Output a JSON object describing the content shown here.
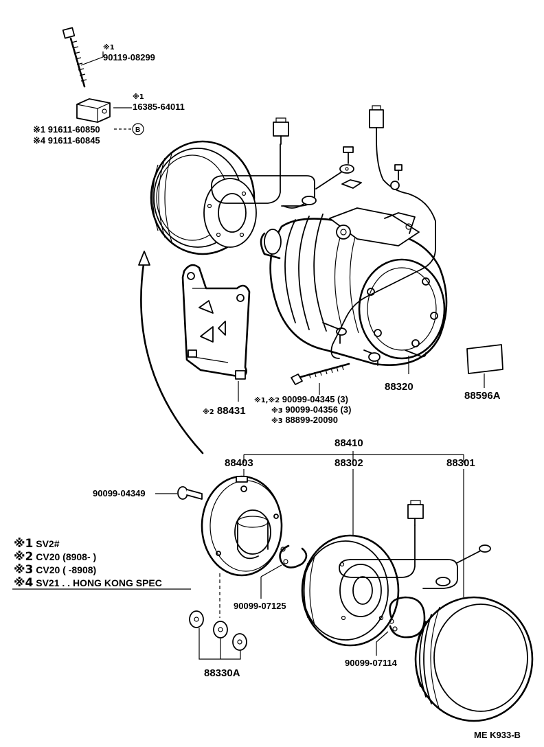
{
  "parts": {
    "bolt": {
      "mark": "※1",
      "number": "90119-08299"
    },
    "block": {
      "mark": "※1",
      "number": "16385-64011"
    },
    "oring_a": {
      "mark": "※1",
      "number": "91611-60850"
    },
    "oring_b": {
      "mark": "※4",
      "number": "91611-60845"
    },
    "callout_b": "B",
    "compressor": "88320",
    "label": "88596A",
    "bracket": {
      "mark": "※2",
      "number": "88431"
    },
    "bracket_bolt_1": {
      "mark": "※1,※2",
      "number": "90099-04345 (3)"
    },
    "bracket_bolt_2": {
      "mark": "※3",
      "number": "90099-04356 (3)"
    },
    "bracket_bolt_3": {
      "mark": "※3",
      "number": "88899-20090"
    },
    "clutch_assy": "88410",
    "pressure_plate": "88403",
    "stator": "88302",
    "pulley": "88301",
    "plate_bolt": "90099-04349",
    "snap_ring_1": "90099-07125",
    "snap_ring_2": "90099-07114",
    "shims": "88330A"
  },
  "legend": [
    {
      "mark": "※1",
      "text": "SV2#"
    },
    {
      "mark": "※2",
      "text": "CV20 (8908-        )"
    },
    {
      "mark": "※3",
      "text": "CV20 (        -8908)"
    },
    {
      "mark": "※4",
      "text": "SV21 . . HONG KONG SPEC"
    }
  ],
  "ref_code": "ME K933-B"
}
